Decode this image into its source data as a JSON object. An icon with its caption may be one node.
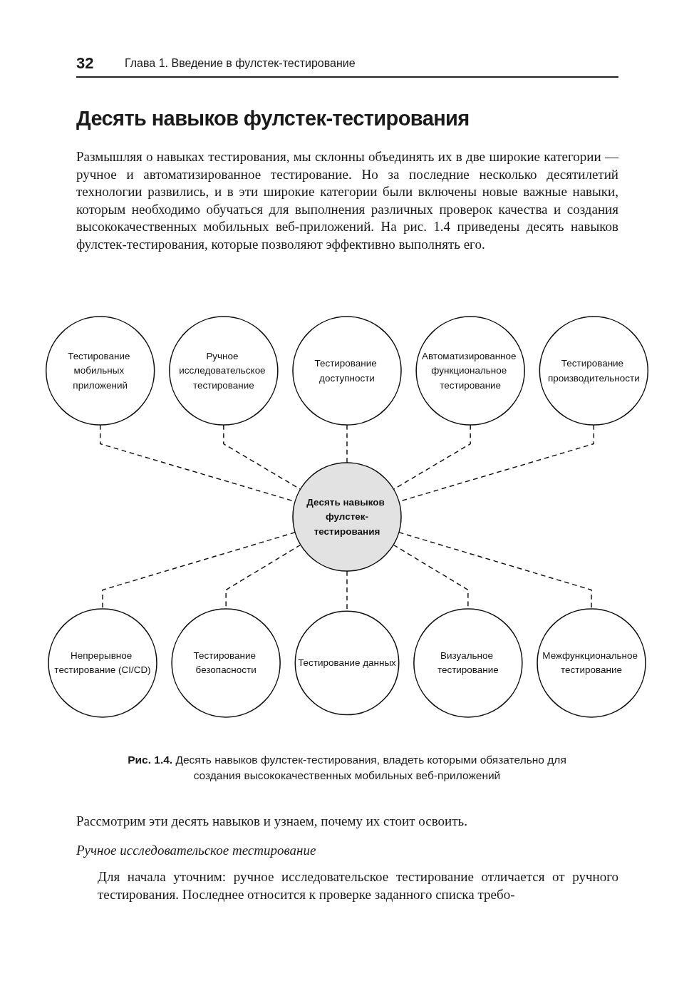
{
  "diagram": {
    "title": "Десять навыков фулстек-тестирования",
    "caption": "**Рис. 1.4.** Десять навыков фулстек-тестирования, владеть которыми обязательно для создания высококачественных мобильных веб-приложений",
    "nodes": [
      {
        "text": [
          "Тестирование мобильных приложений"
        ]
      },
      {
        "text": [
          "Ручное исследовательское тестирование"
        ]
      },
      {
        "text": [
          "Тестирование доступности"
        ]
      },
      {
        "text": [
          "Автоматизированное функциональное тестирование"
        ]
      },
      {
        "text": [
          "Тестирование производительности"
        ]
      },
      {
        "text": [
          "Десять навыков фулстек-тестирования"
        ]
      },
      {
        "text": [
          "Непрерывное тестирование (CI/CD)"
        ]
      },
      {
        "text": [
          "Тестирование безопасности"
        ]
      },
      {
        "text": [
          "Тестирование данных"
        ]
      },
      {
        "text": [
          "Визуальное тестирование"
        ]
      },
      {
        "text": [
          "Межфункциональное тестирование"
        ]
      }
    ],
    "edges": [
      {
        "from": 0,
        "to": 5,
        "arrow": "none",
        "style": "dashed"
      },
      {
        "from": 1,
        "to": 5,
        "arrow": "none",
        "style": "dashed"
      },
      {
        "from": 2,
        "to": 5,
        "arrow": "none",
        "style": "dashed"
      },
      {
        "from": 3,
        "to": 5,
        "arrow": "none",
        "style": "dashed"
      },
      {
        "from": 4,
        "to": 5,
        "arrow": "none",
        "style": "dashed"
      },
      {
        "from": 5,
        "to": 6,
        "arrow": "none",
        "style": "dashed"
      },
      {
        "from": 5,
        "to": 7,
        "arrow": "none",
        "style": "dashed"
      },
      {
        "from": 5,
        "to": 8,
        "arrow": "none",
        "style": "dashed"
      },
      {
        "from": 5,
        "to": 9,
        "arrow": "none",
        "style": "dashed"
      },
      {
        "from": 5,
        "to": 10,
        "arrow": "none",
        "style": "dashed"
      }
    ],
    "labels": [
      "32",
      "Глава 1. Введение в фулстек-тестирование",
      "Размышляя о навыках тестирования, мы склонны объединять их в две широкие категории — ручное и автоматизированное тестирование. Но за последние несколько десятилетий технологии развились, и в эти широкие категории были включены новые важные навыки, которым необходимо обучаться для выполнения различных проверок качества и создания высококачественных мобильных веб-приложений. На рис. 1.4 приведены десять навыков фулстек-тестирования, которые позволяют эффективно выполнять его.",
      "Рассмотрим эти десять навыков и узнаем, почему их стоит освоить.",
      "Ручное исследовательское тестирование",
      "Для начала уточним: ручное исследовательское тестирование отличается от ручного тестирования. Последнее относится к проверке заданного списка требо-"
    ]
  }
}
